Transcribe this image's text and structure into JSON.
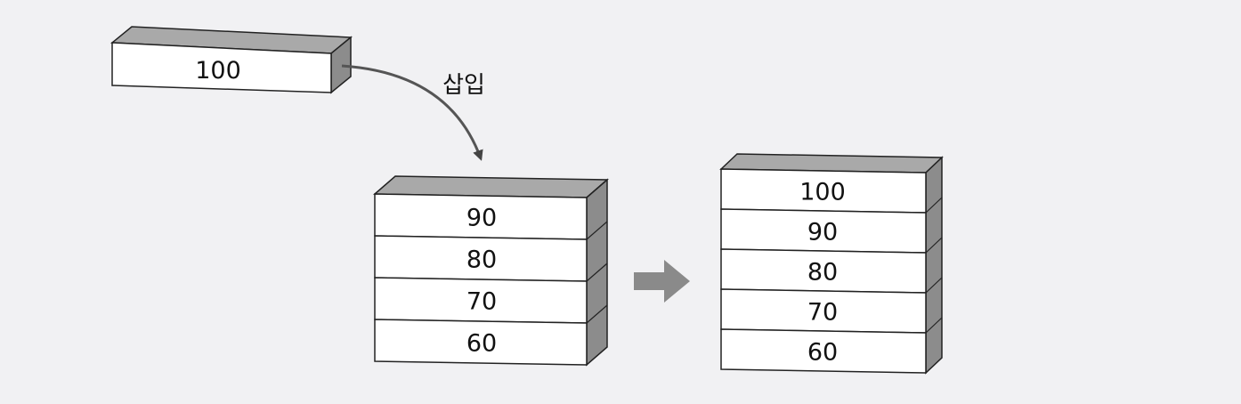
{
  "insert_block": {
    "value": "100"
  },
  "insert_label": "삽입",
  "stack_before": [
    "90",
    "80",
    "70",
    "60"
  ],
  "stack_after": [
    "100",
    "90",
    "80",
    "70",
    "60"
  ],
  "colors": {
    "background": "#f1f1f3",
    "block_face": "#ffffff",
    "block_top": "#a9a9a9",
    "block_side": "#8c8c8c",
    "outline": "#222222",
    "arrow": "#8a8a8a"
  }
}
